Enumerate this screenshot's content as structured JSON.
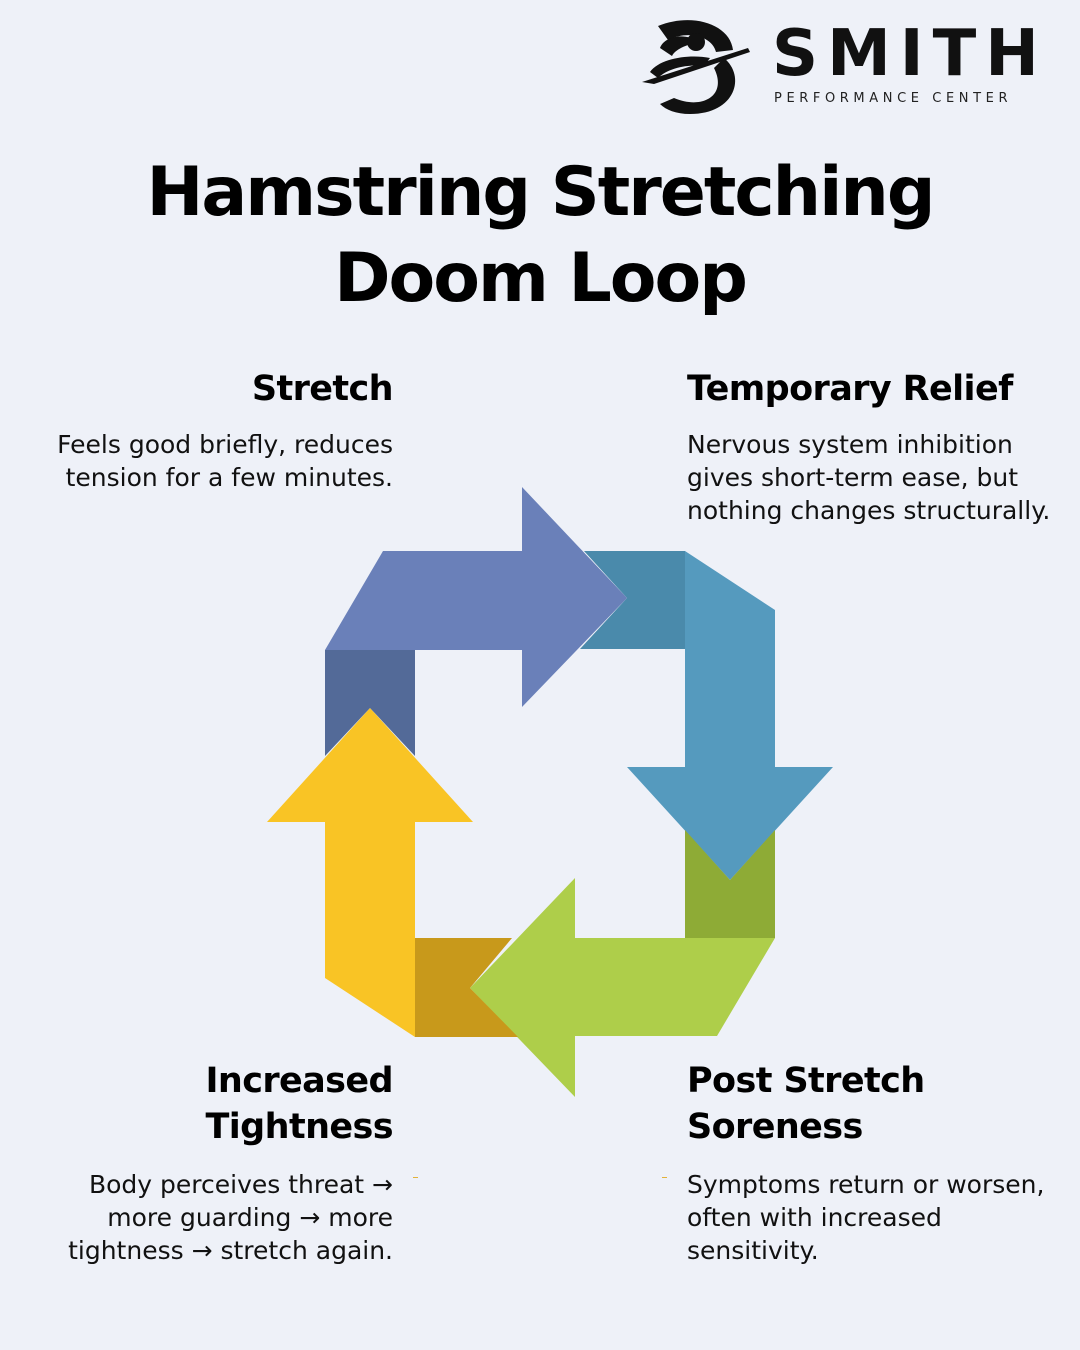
{
  "brand": {
    "name": "SMITH",
    "tagline": "PERFORMANCE CENTER"
  },
  "title": {
    "line1": "Hamstring Stretching",
    "line2": "Doom Loop"
  },
  "steps": [
    {
      "heading": "Stretch",
      "body": "Feels good briefly, reduces tension for a few minutes.",
      "color": "#6a80b9"
    },
    {
      "heading": "Temporary Relief",
      "body": "Nervous system inhibition gives short-term ease, but nothing changes structurally.",
      "color": "#559abe"
    },
    {
      "heading": "Post Stretch Soreness",
      "body": "Symptoms return or worsen, often with increased sensitivity.",
      "color": "#aece4a"
    },
    {
      "heading": "Increased Tightness",
      "body": "Body perceives threat → more guarding → more tightness → stretch again.",
      "color": "#f9c425"
    }
  ],
  "colors": {
    "background": "#eef1f8",
    "blue_shadow": "#4a8aab",
    "green_shadow": "#8eab36",
    "yellow_shadow": "#c8991b",
    "purple_shadow": "#536a98"
  }
}
